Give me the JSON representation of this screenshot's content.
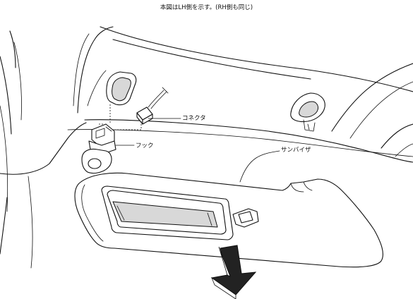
{
  "note": "本図はLH側を示す。(RH側も同じ)",
  "labels": {
    "connector": "コネクタ",
    "hook": "フック",
    "sun_visor": "サンバイザ"
  },
  "icons": [
    "removal-direction-arrow"
  ]
}
